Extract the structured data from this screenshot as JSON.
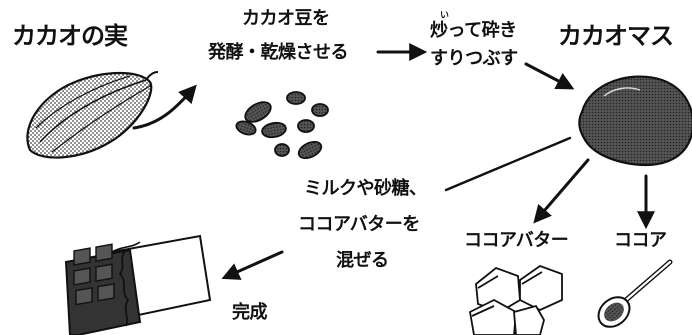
{
  "nodes": {
    "cacao_pod": "カカオの実",
    "cacao_mass": "カカオマス",
    "cocoa_butter": "ココアバター",
    "cocoa": "ココア",
    "finished": "完成"
  },
  "steps": {
    "ferment_line1": "カカオ豆を",
    "ferment_line2": "発酵・乾燥させる",
    "roast_line1": "炒って砕き",
    "roast_line2": "すりつぶす",
    "roast_ruby": "い",
    "mix_line1": "ミルクや砂糖、",
    "mix_line2": "ココアバターを",
    "mix_line3": "混ぜる"
  },
  "icons": [
    "cacao-pod-icon",
    "cacao-beans-icon",
    "cacao-mass-icon",
    "cocoa-butter-icon",
    "cocoa-spoon-icon",
    "chocolate-bar-icon"
  ],
  "colors": {
    "ink": "#111111",
    "paper": "#ffffff",
    "tone": "#6e6e6e"
  }
}
